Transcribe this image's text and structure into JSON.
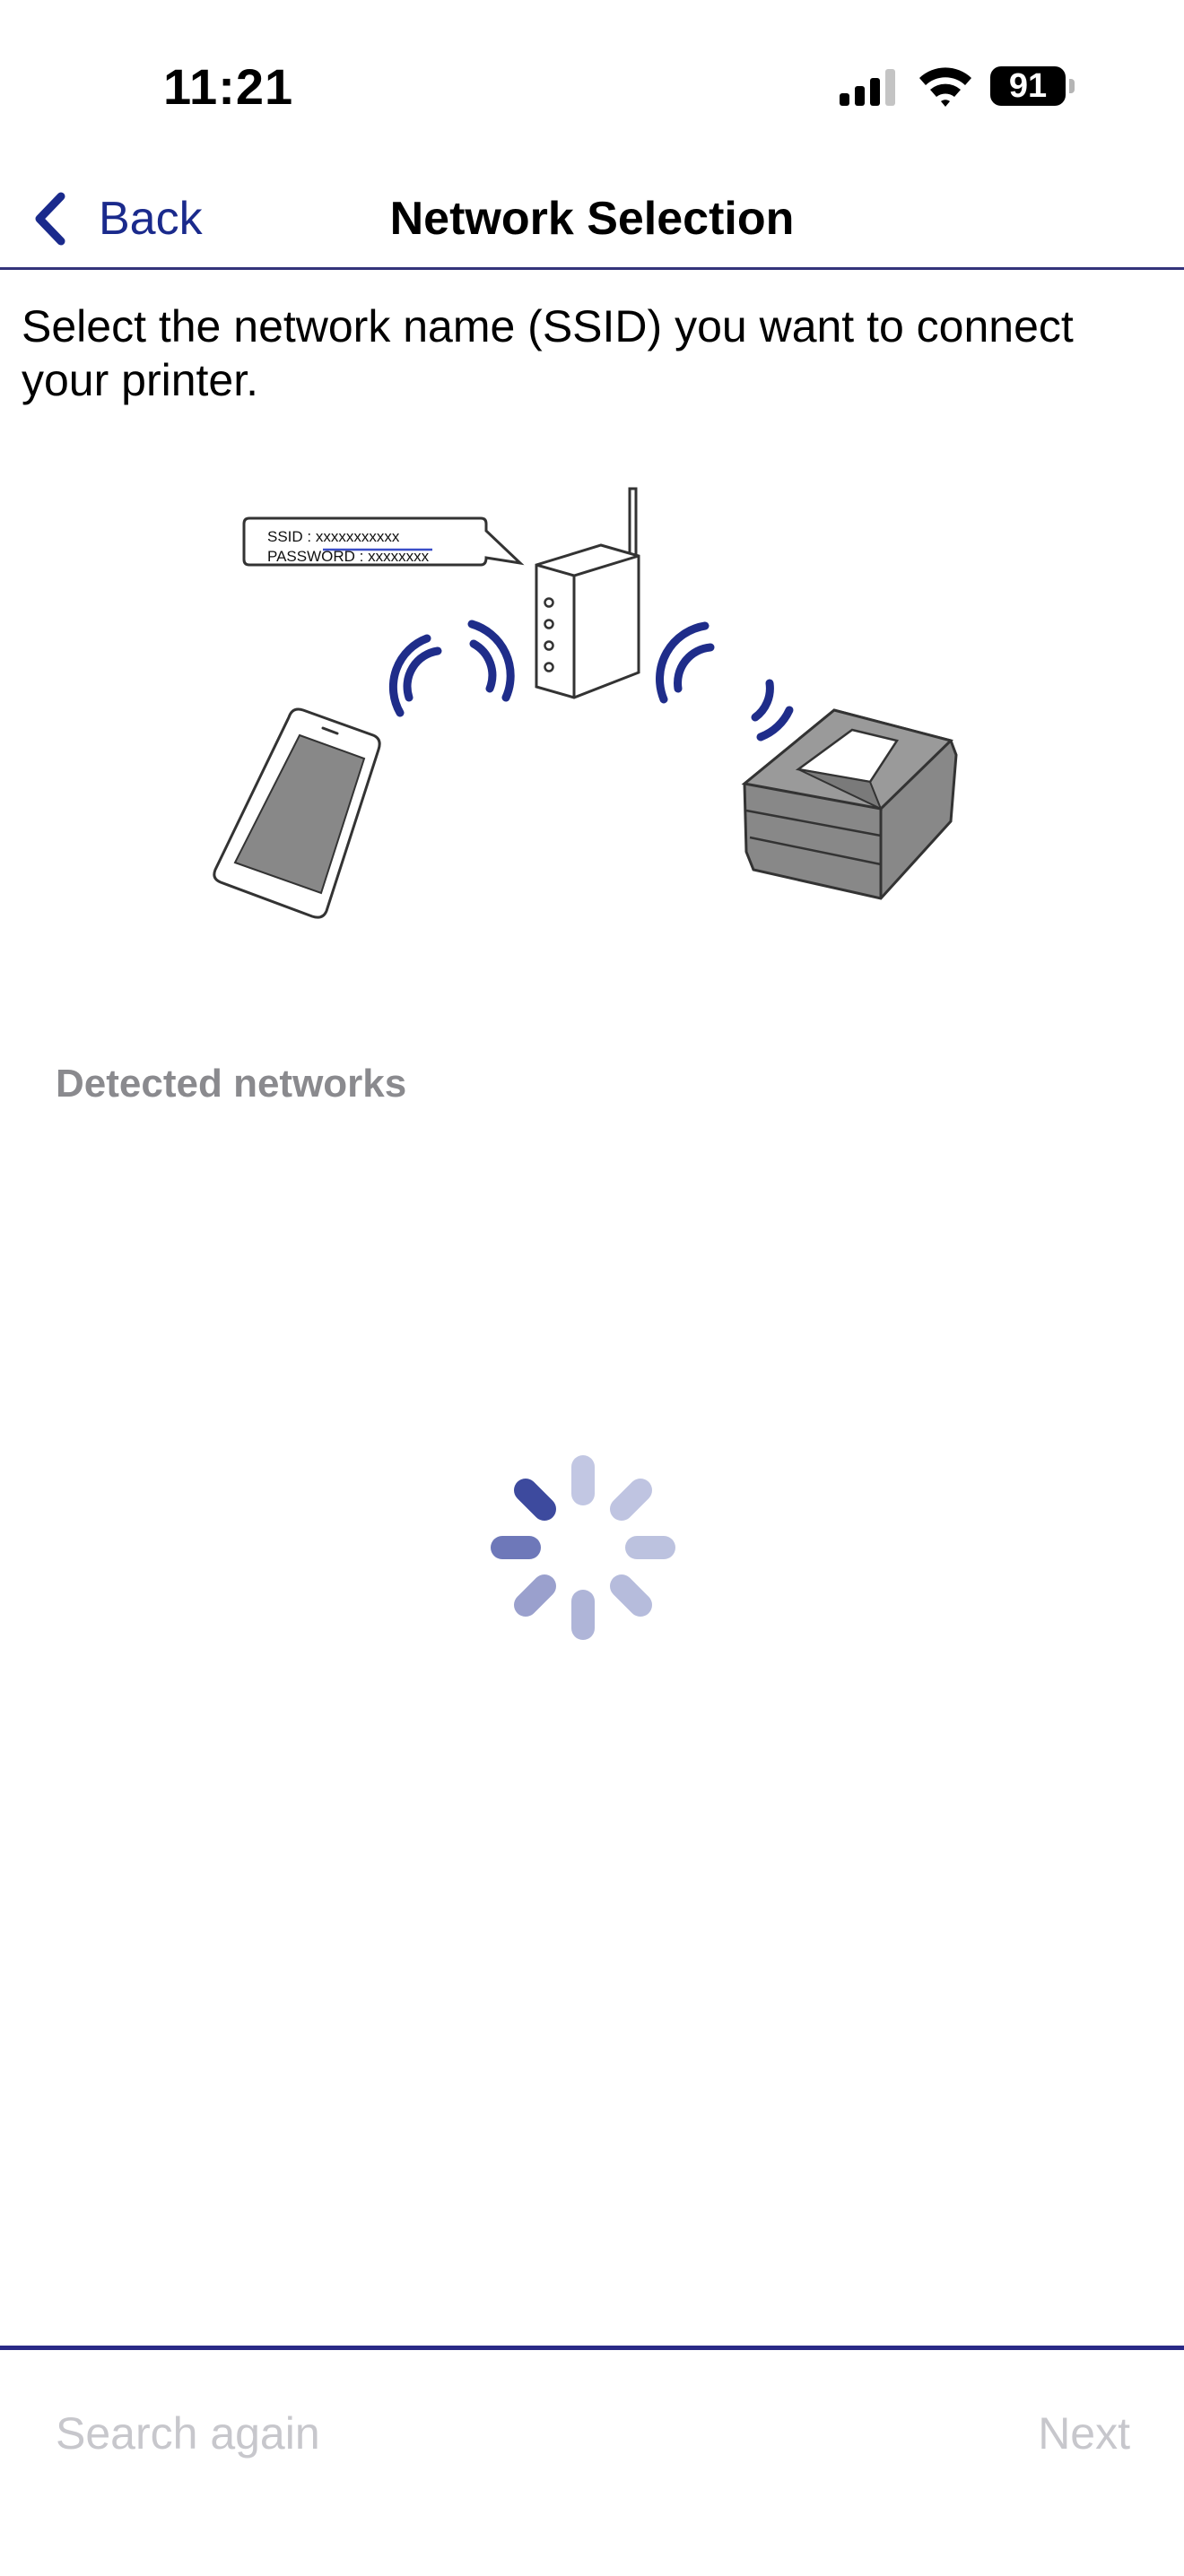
{
  "status_bar": {
    "time": "11:21",
    "battery_level": "91",
    "signal_icon": "cellular-signal-icon",
    "wifi_icon": "wifi-icon"
  },
  "nav": {
    "back_label": "Back",
    "title": "Network Selection",
    "accent_color": "#1a2a8c"
  },
  "instruction": "Select the network name (SSID) you want to connect your printer.",
  "illustration": {
    "ssid_label": "SSID : xxxxxxxxxxx",
    "password_label": "PASSWORD : xxxxxxxx",
    "icons": [
      "smartphone-icon",
      "router-icon",
      "printer-icon",
      "wireless-waves-icon"
    ]
  },
  "networks": {
    "header": "Detected networks",
    "loading": true
  },
  "footer": {
    "search_again_label": "Search again",
    "next_label": "Next"
  }
}
